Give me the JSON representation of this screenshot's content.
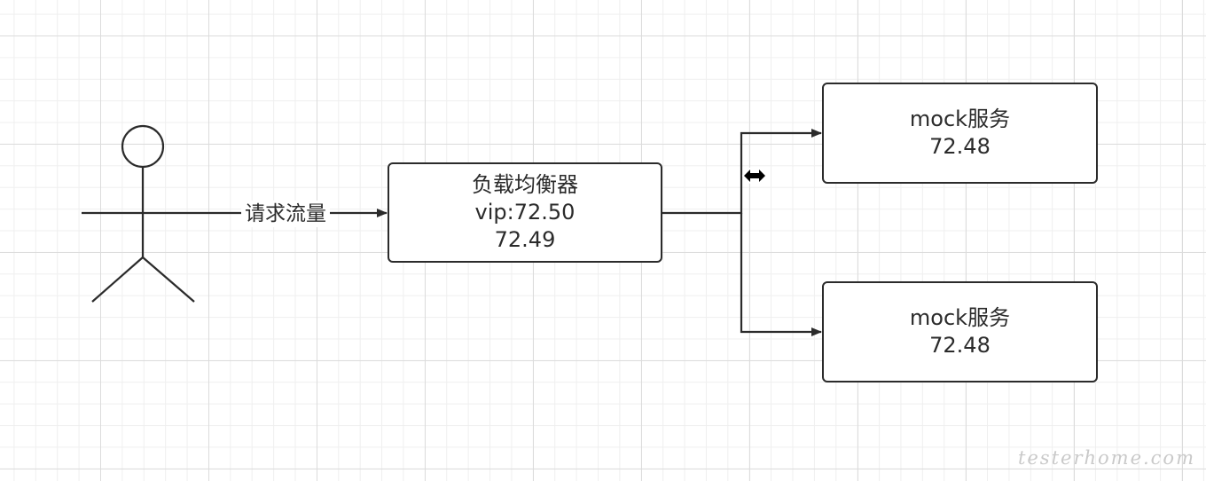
{
  "actor": {
    "icon": "stick-figure-user-icon"
  },
  "edges": {
    "request_label": "请求流量"
  },
  "nodes": {
    "load_balancer": {
      "line1": "负载均衡器",
      "line2": "vip:72.50",
      "line3": "72.49"
    },
    "service_top": {
      "line1": "mock服务",
      "line2": "72.48"
    },
    "service_bottom": {
      "line1": "mock服务",
      "line2": "72.48"
    }
  },
  "cursor": {
    "icon": "resize-horizontal-cursor-icon"
  },
  "watermark": {
    "text": "testerhome.com"
  },
  "colors": {
    "stroke": "#2b2b2b",
    "grid_major": "#dcdcdc",
    "grid_minor": "#efefef",
    "background": "#ffffff",
    "watermark": "#c9c9c9"
  }
}
